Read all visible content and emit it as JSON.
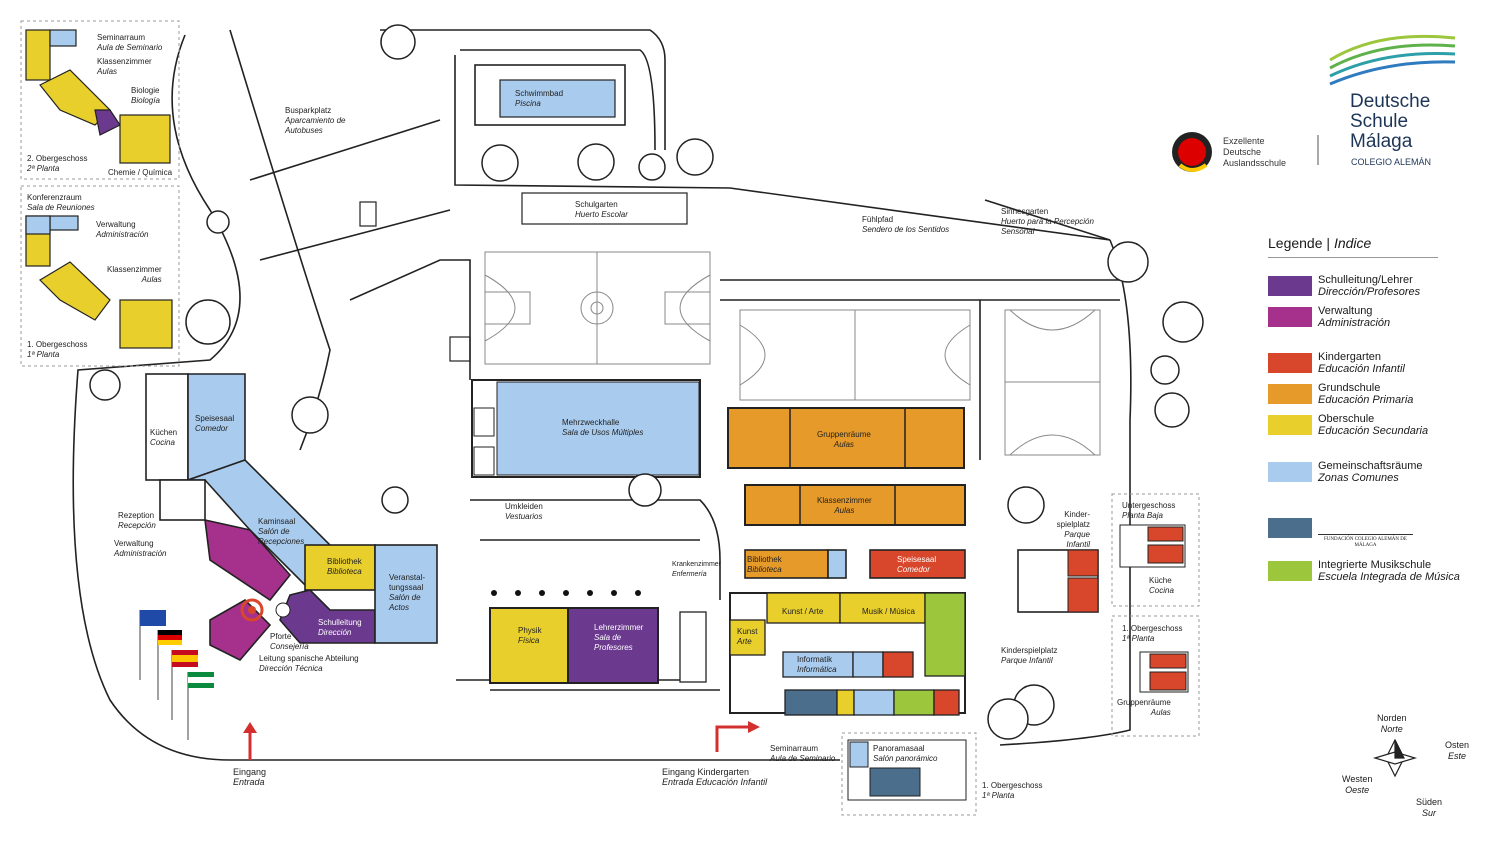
{
  "school": {
    "name_lines": [
      "Deutsche",
      "Schule",
      "Málaga"
    ],
    "subtitle": "COLEGIO ALEMÁN",
    "seal_lines": [
      "Exzellente",
      "Deutsche",
      "Auslandsschule"
    ]
  },
  "legend": {
    "title_de": "Legende",
    "title_es": "Indice",
    "items": [
      {
        "de": "Schulleitung/Lehrer",
        "es": "Dirección/Profesores",
        "color": "#6b3a8e"
      },
      {
        "de": "Verwaltung",
        "es": "Administración",
        "color": "#a5318c"
      },
      {
        "de": "Kindergarten",
        "es": "Educación Infantil",
        "color": "#d8472b"
      },
      {
        "de": "Grundschule",
        "es": "Educación Primaria",
        "color": "#e59a2a"
      },
      {
        "de": "Oberschule",
        "es": "Educación Secundaria",
        "color": "#e8cf2c"
      },
      {
        "de": "Gemeinschaftsräume",
        "es": "Zonas Comunes",
        "color": "#a9cbee"
      },
      {
        "de": "",
        "es": "",
        "color": "#4a6e8c",
        "foundation": "FUNDACIÓN COLEGIO ALEMÁN DE MÁLAGA"
      },
      {
        "de": "Integrierte Musikschule",
        "es": "Escuela Integrada de Música",
        "color": "#9cc63b"
      }
    ]
  },
  "labels": {
    "seminar": {
      "de": "Seminarraum",
      "es": "Aula de Seminario"
    },
    "klassen2": {
      "de": "Klassenzimmer",
      "es": "Aulas"
    },
    "biologie": {
      "de": "Biologie",
      "es": "Biología"
    },
    "og2": {
      "de": "2. Obergeschoss",
      "es": "2ª Planta"
    },
    "chemie": {
      "de": "Chemie / Química",
      "es": ""
    },
    "konferenz": {
      "de": "Konferenzraum",
      "es": "Sala de Reuniones"
    },
    "verwaltung1": {
      "de": "Verwaltung",
      "es": "Administración"
    },
    "klassen1": {
      "de": "Klassenzimmer",
      "es": "Aulas"
    },
    "og1": {
      "de": "1. Obergeschoss",
      "es": "1ª Planta"
    },
    "busparkplatz": {
      "de": "Busparkplatz",
      "es": "Aparcamiento de Autobuses"
    },
    "schwimmbad": {
      "de": "Schwimmbad",
      "es": "Piscina"
    },
    "schulgarten": {
      "de": "Schulgarten",
      "es": "Huerto Escolar"
    },
    "fuehlpfad": {
      "de": "Fühlpfad",
      "es": "Sendero de los Sentidos"
    },
    "sinnesgarten": {
      "de": "Sinnesgarten",
      "es": "Huerto para la Percepción Sensorial"
    },
    "mehrzweck": {
      "de": "Mehrzweckhalle",
      "es": "Sala de Usos Múltiples"
    },
    "umkleiden": {
      "de": "Umkleiden",
      "es": "Vestuarios"
    },
    "speisesaal1": {
      "de": "Speisesaal",
      "es": "Comedor"
    },
    "kuechen": {
      "de": "Küchen",
      "es": "Cocina"
    },
    "rezeption": {
      "de": "Rezeption",
      "es": "Recepción"
    },
    "verwaltung0": {
      "de": "Verwaltung",
      "es": "Administración"
    },
    "kaminsaal": {
      "de": "Kaminsaal",
      "es": "Salón de Recepciones"
    },
    "bibliothek1": {
      "de": "Bibliothek",
      "es": "Biblioteca"
    },
    "veranstaltung": {
      "de": "Veranstal-tungssaal",
      "es": "Salón de Actos"
    },
    "schulleitung": {
      "de": "Schulleitung",
      "es": "Dirección"
    },
    "pforte": {
      "de": "Pforte",
      "es": "Consejería"
    },
    "leitung": {
      "de": "Leitung spanische Abteilung",
      "es": "Dirección Técnica"
    },
    "eingang": {
      "de": "Eingang",
      "es": "Entrada"
    },
    "physik": {
      "de": "Physik",
      "es": "Física"
    },
    "lehrerzimmer": {
      "de": "Lehrerzimmer",
      "es": "Sala de Profesores"
    },
    "krankenzimmer": {
      "de": "Krankenzimmer",
      "es": "Enfermería"
    },
    "gruppenraeume": {
      "de": "Gruppenräume",
      "es": "Aulas"
    },
    "klassenzimmer": {
      "de": "Klassenzimmer",
      "es": "Aulas"
    },
    "bibliothek2": {
      "de": "Bibliothek",
      "es": "Biblioteca"
    },
    "speisesaal2": {
      "de": "Speisesaal",
      "es": "Comedor"
    },
    "kunst1": {
      "de": "Kunst / Arte",
      "es": ""
    },
    "musik": {
      "de": "Musik / Música",
      "es": ""
    },
    "kunst2": {
      "de": "Kunst",
      "es": "Arte"
    },
    "informatik": {
      "de": "Informatik",
      "es": "Informática"
    },
    "seminar2": {
      "de": "Seminarraum",
      "es": "Aula de Seminario"
    },
    "panorama": {
      "de": "Panoramasaal",
      "es": "Salón panorámico"
    },
    "eingangkg": {
      "de": "Eingang Kindergarten",
      "es": "Entrada Educación Infantil"
    },
    "og1b": {
      "de": "1. Obergeschoss",
      "es": "1ª Planta"
    },
    "kinderspielplatz1": {
      "de": "Kinder-spielplatz",
      "es": "Parque Infantil"
    },
    "kinderspielplatz2": {
      "de": "Kinderspielplatz",
      "es": "Parque Infantil"
    },
    "untergeschoss": {
      "de": "Untergeschoss",
      "es": "Planta Baja"
    },
    "kueche": {
      "de": "Küche",
      "es": "Cocina"
    },
    "og1c": {
      "de": "1. Obergeschoss",
      "es": "1ª Planta"
    },
    "gruppenraeume2": {
      "de": "Gruppenräume",
      "es": "Aulas"
    }
  },
  "compass": {
    "north": {
      "de": "Norden",
      "es": "Norte"
    },
    "east": {
      "de": "Osten",
      "es": "Este"
    },
    "west": {
      "de": "Westen",
      "es": "Oeste"
    },
    "south": {
      "de": "Süden",
      "es": "Sur"
    }
  }
}
